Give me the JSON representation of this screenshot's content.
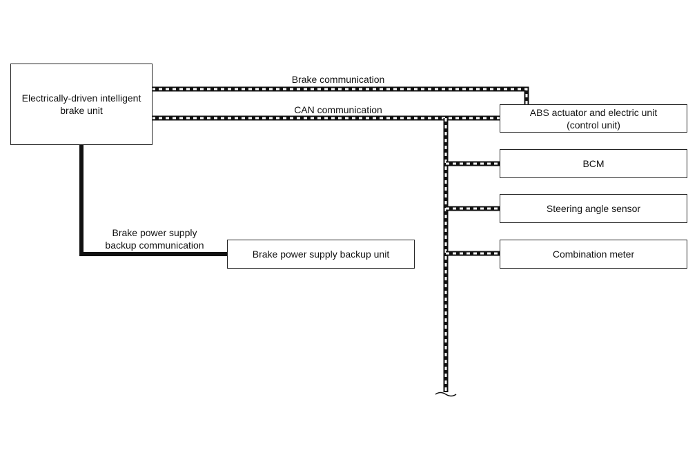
{
  "units": {
    "ebu": "Electrically-driven intelligent\nbrake unit",
    "abs": "ABS actuator and electric unit\n(control unit)",
    "bcm": "BCM",
    "steering": "Steering angle sensor",
    "meter": "Combination meter",
    "backup": "Brake power supply backup unit"
  },
  "links": {
    "brake": "Brake communication",
    "can": "CAN communication",
    "backup": "Brake power supply\nbackup communication"
  }
}
